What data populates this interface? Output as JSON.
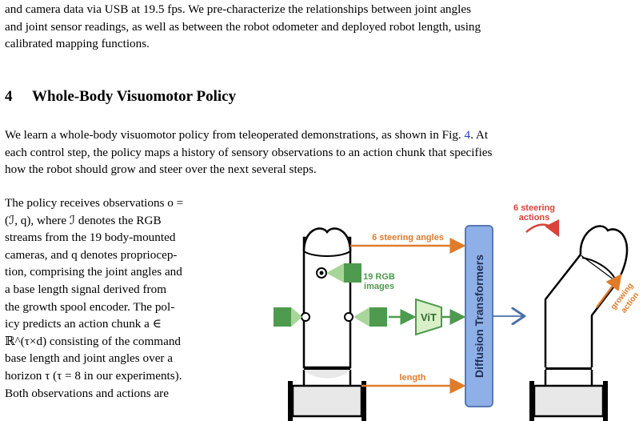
{
  "intro": {
    "line1": "and camera data via USB at 19.5 fps. We pre-characterize the relationships between joint angles",
    "line2": "and joint sensor readings, as well as between the robot odometer and deployed robot length, using",
    "line3": "calibrated mapping functions."
  },
  "section": {
    "number": "4",
    "title": "Whole-Body Visuomotor Policy"
  },
  "para2": {
    "line1_pre": "We learn a whole-body visuomotor policy from teleoperated demonstrations, as shown in Fig. ",
    "fig_ref": "4",
    "line1_post": ". At",
    "line2": "each control step, the policy maps a history of sensory observations to an action chunk that specifies",
    "line3": "how the robot should grow and steer over the next several steps."
  },
  "para3": {
    "l1": "The policy receives observations o =",
    "l2": "(ℐ, q), where ℐ denotes the RGB",
    "l3": "streams from the 19 body-mounted",
    "l4": "cameras, and q denotes propriocep-",
    "l5": "tion, comprising the joint angles and",
    "l6": "a base length signal derived from",
    "l7": "the growth spool encoder. The pol-",
    "l8": "icy predicts an action chunk a ∈",
    "l9": "ℝ^(τ×d) consisting of the command",
    "l10": "base length and joint angles over a",
    "l11": "horizon τ (τ = 8 in our experiments).",
    "l12": "Both observations and actions are"
  },
  "figure": {
    "steering_angles_label": "6 steering angles",
    "rgb_label_1": "19 RGB",
    "rgb_label_2": "images",
    "vit_label": "ViT",
    "transformer_label": "Diffusion Transformers",
    "length_label": "length",
    "steering_actions_1": "6 steering",
    "steering_actions_2": "actions",
    "growing_1": "growing",
    "growing_2": "action",
    "colors": {
      "orange": "#e07b2a",
      "green": "#4e9a4e",
      "green_light": "#a8d69a",
      "vit_fill": "#d8efc8",
      "transformer_fill": "#8fb0e6",
      "transformer_stroke": "#5a78b8",
      "red": "#d9433a",
      "blue_arrow": "#4a6ea8",
      "robot_fill": "#e8e8e8"
    }
  }
}
